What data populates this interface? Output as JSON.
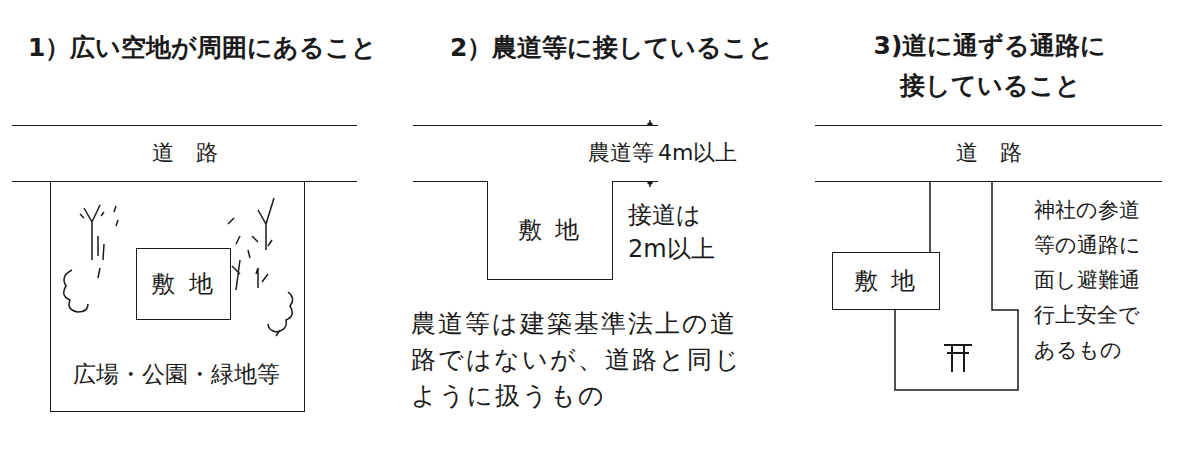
{
  "diagram": {
    "nodes": [
      {
        "text": [
          "道　路"
        ]
      },
      {
        "text": [
          "広場・公園・緑地等"
        ]
      },
      {
        "text": [
          "敷 地"
        ],
        "in": 1
      },
      {
        "text": [
          "農道等"
        ]
      },
      {
        "text": [
          "敷 地"
        ]
      },
      {
        "text": [
          "道　路"
        ]
      },
      {
        "text": [
          "敷 地"
        ]
      }
    ],
    "labels": [
      "1）広い空地が周囲にあること",
      "2）農道等に接していること",
      "3)道に通ずる通路に 接していること",
      "4m以上",
      "接道は 2m以上",
      "農道等は建築基準法上の道路ではないが、道路と同じように扱うもの",
      "神社の参道等の通路に面し避難通行上安全であるもの"
    ]
  }
}
